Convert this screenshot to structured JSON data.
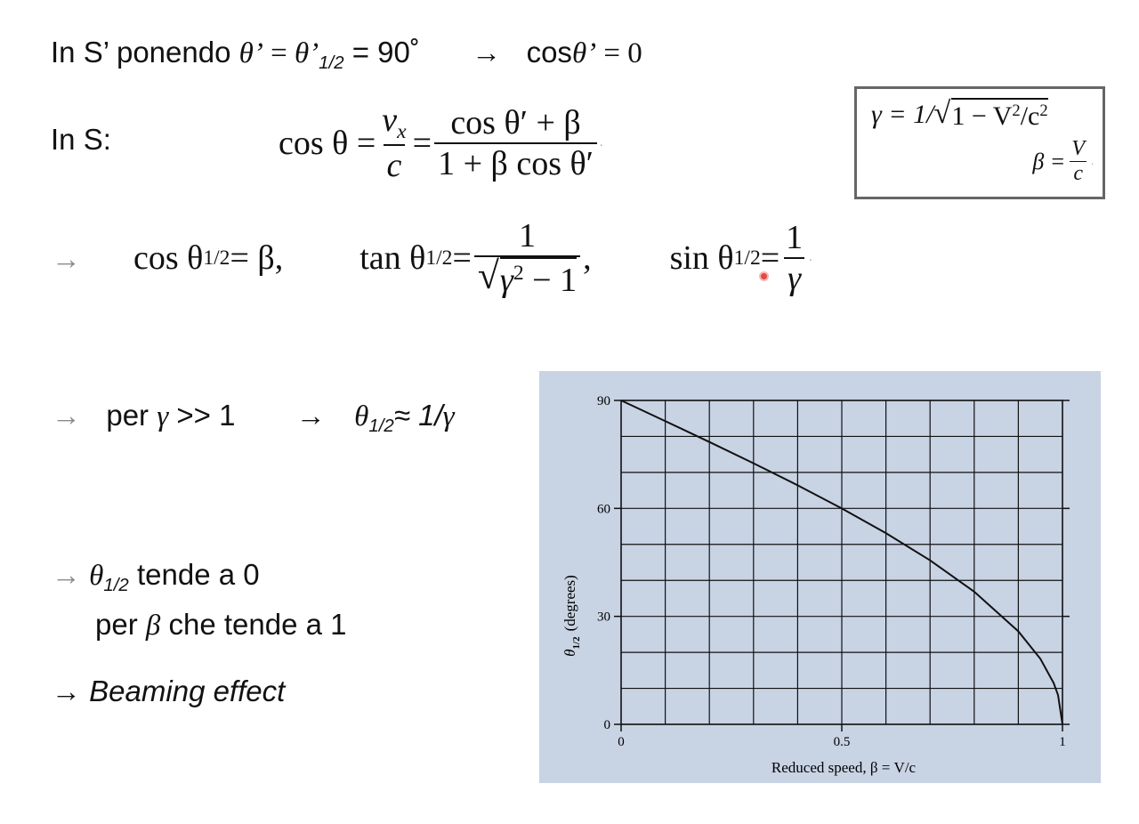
{
  "line1": {
    "prefix": "In S’ ponendo",
    "theta_prime": "θ’",
    "eq1": " = ",
    "theta_prime2": "θ’",
    "sub_half": "1/2",
    "eq2": " = 90˚",
    "arrow": "→",
    "cos": "cos",
    "theta_prime3": "θ’",
    "eq_zero": " = 0"
  },
  "line2": {
    "label": "In S:",
    "lhs": "cos θ =",
    "vx": "v",
    "vx_sub": "x",
    "c": "c",
    "eq": "=",
    "num": "cos θ′ + β",
    "den": "1 + β cos θ′",
    "dot": "."
  },
  "gamma_box": {
    "gamma_lhs": "γ = 1/",
    "gamma_sqrt": "1 − V",
    "gamma_sup": "2",
    "gamma_tail": "/c",
    "gamma_tail_sup": "2",
    "beta_lhs": "β =",
    "beta_num": "V",
    "beta_den": "c",
    "dot": "."
  },
  "line3": {
    "arrow": "→",
    "cos_part": "cos θ",
    "cos_sub": "1/2",
    "cos_rhs": " = β,",
    "tan_part": "tan θ",
    "tan_sub": "1/2",
    "tan_eq": " =",
    "tan_num": "1",
    "tan_den_a": "γ",
    "tan_den_sup": "2",
    "tan_den_b": " − 1",
    "comma": ",",
    "sin_part": "sin θ",
    "sin_sub": "1/2",
    "sin_eq": " =",
    "sin_num": "1",
    "sin_den": "γ",
    "dot": "."
  },
  "line4": {
    "arrow": "→",
    "per": "per",
    "gamma": "γ",
    "gg": " >> 1",
    "arrow2": "→",
    "theta": "θ",
    "sub_half": "1/2",
    "approx": "≈ 1/",
    "gamma2": "γ"
  },
  "line5": {
    "arrow": "→",
    "theta": "θ",
    "sub_half": "1/2",
    "text1": " tende a 0",
    "per": "per",
    "beta": "β",
    "text2": " che tende a 1"
  },
  "line6": {
    "arrow": "→",
    "text": "Beaming effect"
  },
  "colors": {
    "chart_background": "#c8d3e4",
    "grid": "#111111",
    "curve": "#111111",
    "gray_arrow": "#8a8a8a",
    "cursor": "#e24b44"
  },
  "chart_data": {
    "type": "line",
    "title": "",
    "xlabel": "Reduced speed, β = V/c",
    "ylabel_symbol": "θ",
    "ylabel_sub": "1/2",
    "ylabel_text": "(degrees)",
    "xlim": [
      0,
      1
    ],
    "ylim": [
      0,
      90
    ],
    "x_ticks": [
      0,
      0.5,
      1
    ],
    "x_tick_labels": [
      "0",
      "0.5",
      "1"
    ],
    "y_ticks": [
      0,
      30,
      60,
      90
    ],
    "y_tick_labels": [
      "0",
      "30",
      "60",
      "90"
    ],
    "grid": true,
    "x_grid_step": 0.1,
    "y_grid_step": 10,
    "series": [
      {
        "x": [
          0,
          0.1,
          0.2,
          0.3,
          0.4,
          0.5,
          0.6,
          0.7,
          0.8,
          0.9,
          0.95,
          0.98,
          0.99,
          1.0
        ],
        "y": [
          90,
          84.26,
          78.46,
          72.54,
          66.42,
          60,
          53.13,
          45.57,
          36.87,
          25.84,
          18.19,
          11.48,
          8.11,
          0
        ]
      }
    ]
  }
}
